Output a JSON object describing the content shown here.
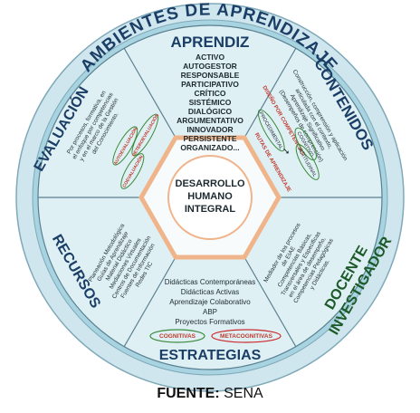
{
  "outer_title": "AMBIENTES DE APRENDIZAJE",
  "colors": {
    "ring_outer": "#cfe6ee",
    "ring_band": "#a8d3e0",
    "sector_fill": "#dff0f5",
    "sector_line": "#5a8090",
    "hexagon_stroke": "#f0b48a",
    "center_fill": "#ffffff",
    "text_dark": "#1c2a30",
    "title_blue": "#1b3e66",
    "docente_green": "#1d5a2a",
    "red_oval": "#cc2a2a",
    "green_oval": "#3a8a3a",
    "red_text": "#c0392b"
  },
  "center": {
    "lines": [
      "DESARROLLO",
      "HUMANO",
      "INTEGRAL"
    ]
  },
  "sectors": {
    "aprendiz": {
      "title": "APRENDIZ",
      "items": [
        "ACTIVO",
        "AUTOGESTOR",
        "RESPONSABLE",
        "PARTICIPATIVO",
        "CRÍTICO",
        "SISTÉMICO",
        "DIALÓGICO",
        "ARGUMENTATIVO",
        "INNOVADOR",
        "PERSISTENTE",
        "ORGANIZADO..."
      ]
    },
    "contenidos": {
      "title": "CONTENIDOS",
      "lines": [
        "Construcción, comprensión y aplicación",
        "articulada con el contexto,",
        "Aprendizaje Significativo",
        "(Desempeños de comprensión)"
      ],
      "tags": [
        "DISEÑO POR COMPETENCIAS",
        "PROCEDIMENTAL",
        "COGNITIVO",
        "ACTITUDINAL",
        "RUTAS DE APRENDIZAJE"
      ]
    },
    "docente": {
      "title_line1": "DOCENTE",
      "title_line2": "INVESTIGADOR",
      "lines": [
        "Mediador de los procesos",
        "de EIAE",
        "Competencias Básicas,",
        "Transversales y Especificas",
        "en el área de desempeño,",
        "Competencias Pedagógicas",
        "y Didácticas."
      ]
    },
    "estrategias": {
      "title": "ESTRATEGIAS",
      "items": [
        "Didácticas Contemporáneas",
        "Didácticas Activas",
        "Aprendizaje Colaborativo",
        "ABP",
        "Proyectos Formativos"
      ],
      "ovals": [
        "COGNITIVAS",
        "METACOGNITIVAS"
      ]
    },
    "recursos": {
      "title": "RECURSOS",
      "lines": [
        "Planeación Metodológica",
        "Guías de Aprendizaje",
        "Material Didáctico",
        "Mediaciones Virtuales",
        "Centros de Documentación",
        "Fuentes de Información",
        "Redes TIC"
      ]
    },
    "evaluacion": {
      "title": "EVALUACIÓN",
      "lines": [
        "Por procesos, formativa, en",
        "el enfoque por competencias",
        "y en el marco de la Gestión",
        "del Conocimiento."
      ],
      "ovals": [
        "AUTOEVALUACIÓN",
        "HETEROEVALUACIÓN",
        "COEVALUACIÓN"
      ]
    }
  },
  "caption": {
    "label": "FUENTE:",
    "source": "SENA"
  }
}
